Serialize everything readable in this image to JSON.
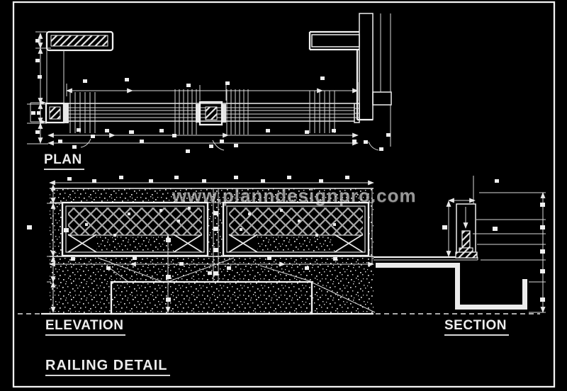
{
  "page": {
    "background_color": "#000000",
    "line_color": "#f2f2f2",
    "hatch_color": "#e8e8e8",
    "lattice_color": "#a8a8a8"
  },
  "titleblock": {
    "drawing_title": "RAILING DETAIL"
  },
  "views": [
    {
      "id": "plan",
      "label": "PLAN"
    },
    {
      "id": "elevation",
      "label": "ELEVATION"
    },
    {
      "id": "section",
      "label": "SECTION"
    }
  ],
  "watermark": {
    "text": "www.planndesignpro.com",
    "color": "#979797"
  }
}
